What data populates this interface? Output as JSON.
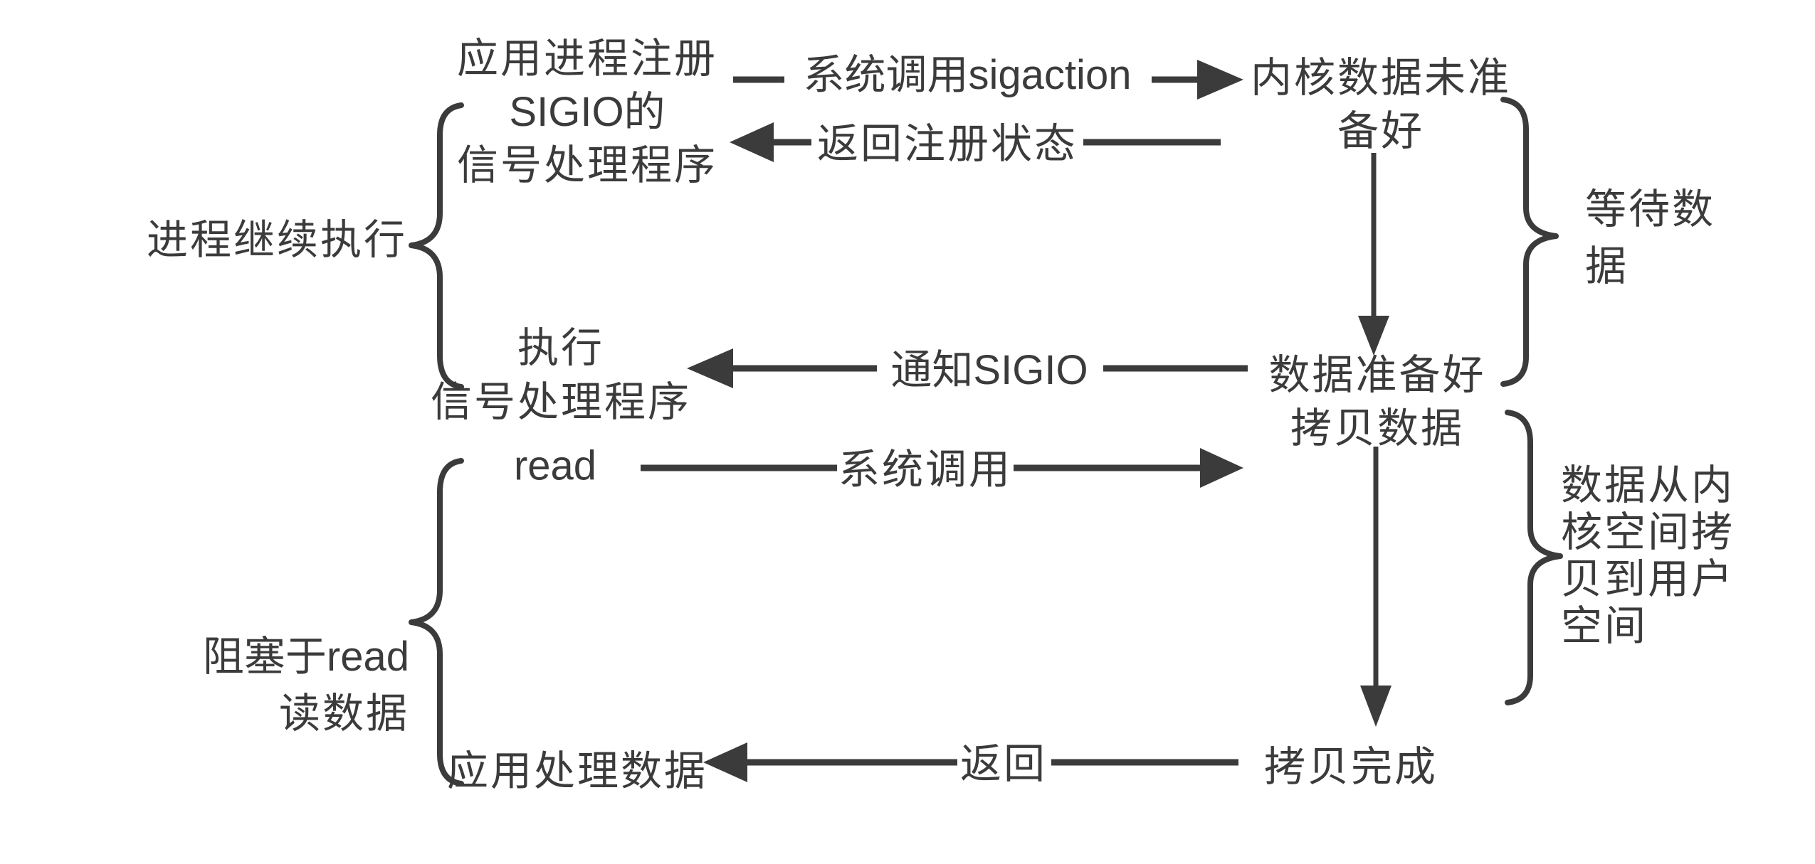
{
  "canvas": {
    "background": "#ffffff",
    "ink_color": "#3b3b3b"
  },
  "left_annotations": {
    "process_continues": "进程继续执行",
    "blocked_on_read": {
      "lines": [
        "阻塞于read",
        "读数据"
      ]
    }
  },
  "app_column": {
    "register_handler": {
      "lines": [
        "应用进程注册",
        "SIGIO的",
        "信号处理程序"
      ]
    },
    "exec_handler": {
      "lines": [
        "执行",
        "信号处理程序"
      ]
    },
    "read_call": "read",
    "process_data": "应用处理数据"
  },
  "kernel_column": {
    "data_not_ready": {
      "lines": [
        "内核数据未准",
        "备好"
      ]
    },
    "data_ready": {
      "lines": [
        "数据准备好",
        "拷贝数据"
      ]
    },
    "copy_complete": "拷贝完成"
  },
  "arrows": {
    "sigaction_call": "系统调用sigaction",
    "return_registration": "返回注册状态",
    "notify_sigio": "通知SIGIO",
    "read_syscall": "系统调用",
    "return_result": "返回"
  },
  "right_annotations": {
    "wait_data": {
      "lines": [
        "等待数",
        "据"
      ]
    },
    "copy_to_user": {
      "lines": [
        "数据从内",
        "核空间拷",
        "贝到用户",
        "空间"
      ]
    }
  }
}
